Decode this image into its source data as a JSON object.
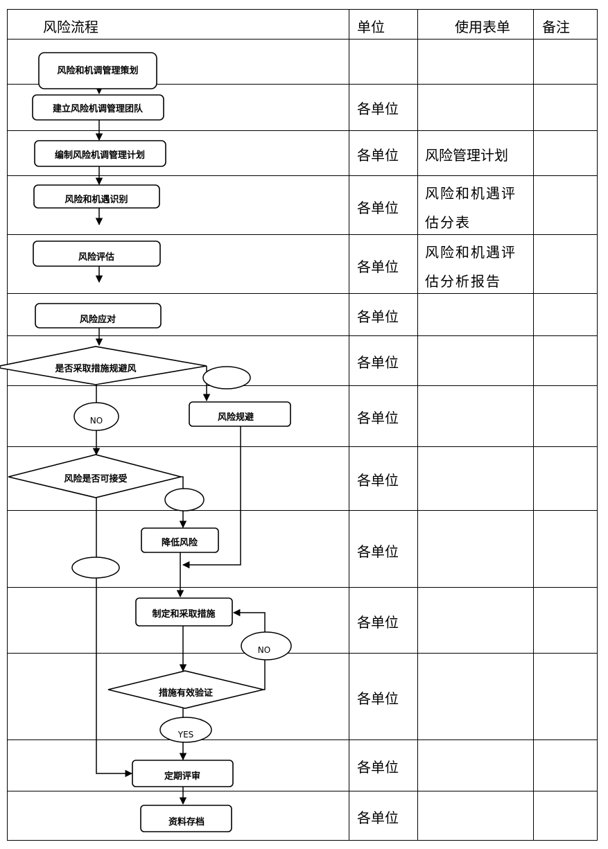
{
  "table": {
    "headers": {
      "flow": "风险流程",
      "unit": "单位",
      "form": "使用表单",
      "note": "备注"
    },
    "rows": [
      {
        "unit": "",
        "form": ""
      },
      {
        "unit": "各单位",
        "form": ""
      },
      {
        "unit": "各单位",
        "form": "风险管理计划"
      },
      {
        "unit": "各单位",
        "form": "风险和机遇评估分表"
      },
      {
        "unit": "各单位",
        "form": "风险和机遇评估分析报告"
      },
      {
        "unit": "各单位",
        "form": ""
      },
      {
        "unit": "各单位",
        "form": ""
      },
      {
        "unit": "各单位",
        "form": ""
      },
      {
        "unit": "各单位",
        "form": ""
      },
      {
        "unit": "各单位",
        "form": ""
      },
      {
        "unit": "各单位",
        "form": ""
      },
      {
        "unit": "各单位",
        "form": ""
      },
      {
        "unit": "各单位",
        "form": ""
      },
      {
        "unit": "各单位",
        "form": ""
      }
    ]
  },
  "flow": {
    "steps": {
      "plan": "风险和机调管理策划",
      "team": "建立风险机调管理团队",
      "schedule": "编制风险机调管理计划",
      "identify": "风险和机遇识别",
      "assess": "风险评估",
      "respond": "风险应对",
      "avoid_decision": "是否采取措施规避风",
      "avoid": "风险规避",
      "accept_decision": "风险是否可接受",
      "reduce": "降低风险",
      "measures": "制定和采取措施",
      "verify": "措施有效验证",
      "review": "定期评审",
      "archive": "资料存档"
    },
    "connectors": {
      "no_1": "NO",
      "no_2": "NO",
      "yes": "YES"
    }
  }
}
